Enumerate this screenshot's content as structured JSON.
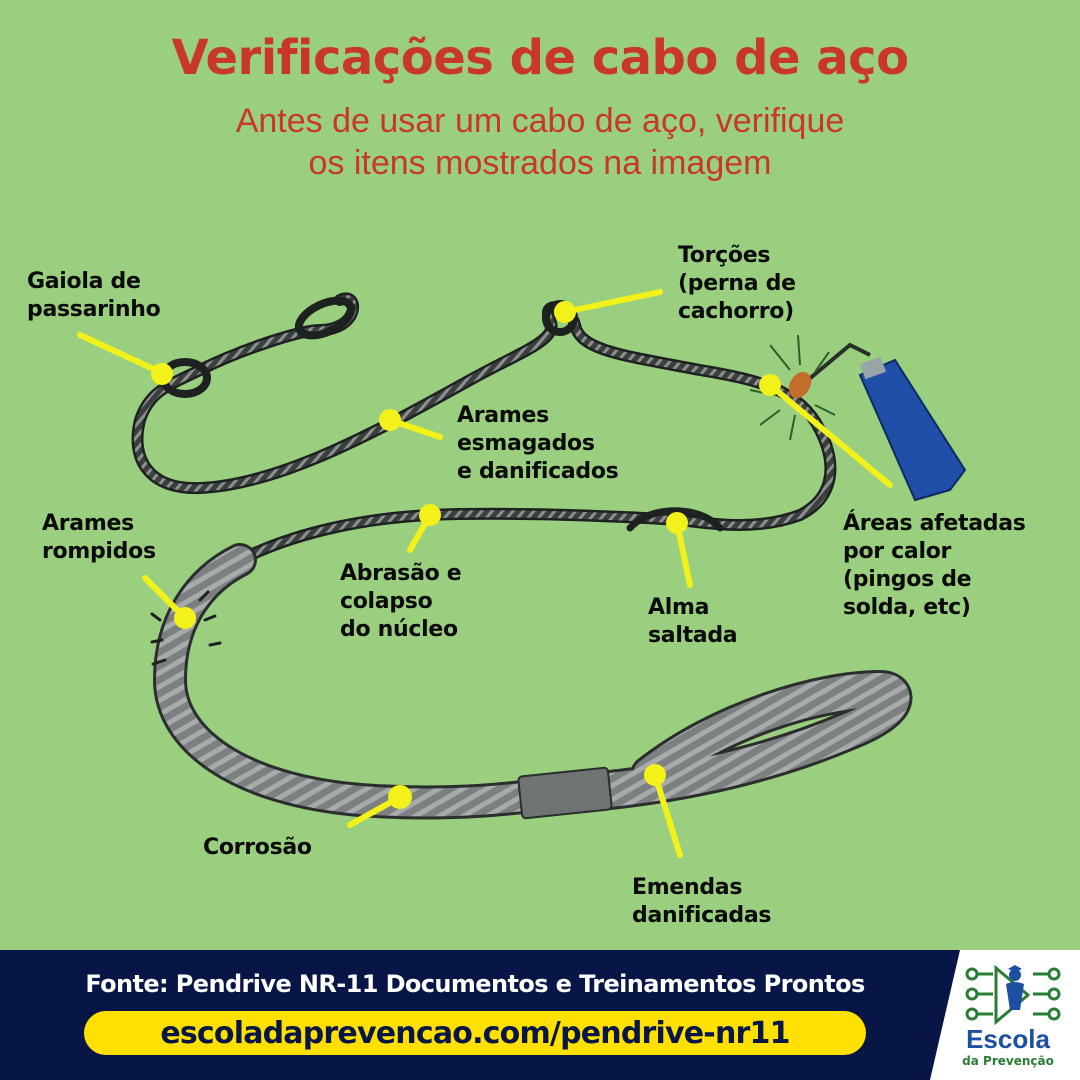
{
  "header": {
    "title": "Verificações de cabo de aço",
    "subtitle": "Antes de usar um cabo de aço, verifique\nos itens mostrados na imagem"
  },
  "labels": [
    {
      "id": "gaiola",
      "text": "Gaiola de\npassarinho"
    },
    {
      "id": "torcoes",
      "text": "Torções\n(perna de\ncachorro)"
    },
    {
      "id": "esmagados",
      "text": "Arames\nesmagados\ne danificados"
    },
    {
      "id": "rompidos",
      "text": "Arames\nrompidos"
    },
    {
      "id": "abrasao",
      "text": "Abrasão e\ncolapso\ndo núcleo"
    },
    {
      "id": "alma",
      "text": "Alma\nsaltada"
    },
    {
      "id": "calor",
      "text": "Áreas afetadas\npor calor\n(pingos de\nsolda, etc)"
    },
    {
      "id": "corrosao",
      "text": "Corrosão"
    },
    {
      "id": "emendas",
      "text": "Emendas\ndanificadas"
    }
  ],
  "footer": {
    "source": "Fonte: Pendrive NR-11 Documentos e Treinamentos Prontos",
    "url": "escoladaprevencao.com/pendrive-nr11",
    "logo_word": "Escola",
    "logo_sub": "da Prevenção"
  },
  "colors": {
    "background": "#9bcf80",
    "title": "#c8372a",
    "pointer": "#f2f21a",
    "footer_bg": "#071646",
    "url_pill": "#ffe000",
    "torch": "#1f4fa8"
  }
}
